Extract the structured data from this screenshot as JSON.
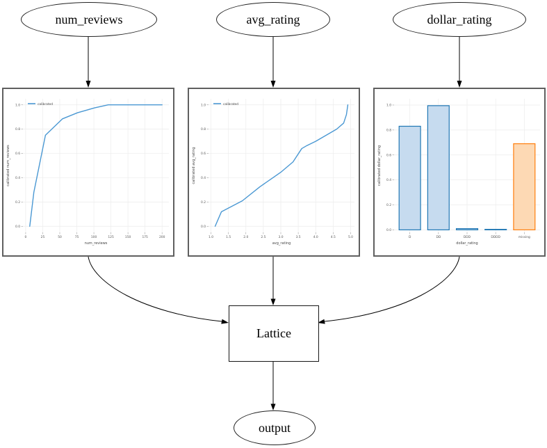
{
  "diagram": {
    "nodes": {
      "num_reviews": {
        "label": "num_reviews"
      },
      "avg_rating": {
        "label": "avg_rating"
      },
      "dollar_rating": {
        "label": "dollar_rating"
      },
      "lattice": {
        "label": "Lattice"
      },
      "output": {
        "label": "output"
      }
    },
    "edges": [
      "num_reviews -> num_reviews_calibrator",
      "avg_rating -> avg_rating_calibrator",
      "dollar_rating -> dollar_rating_calibrator",
      "num_reviews_calibrator -> Lattice",
      "avg_rating_calibrator -> Lattice",
      "dollar_rating_calibrator -> Lattice",
      "Lattice -> output"
    ],
    "edge_color": "#000000"
  },
  "chart_data": [
    {
      "type": "line",
      "title": "",
      "xlabel": "num_reviews",
      "ylabel": "calibrated num_reviews",
      "legend": [
        "calibrated"
      ],
      "legend_position": "upper left",
      "grid": true,
      "line_color": "#4a98d3",
      "xlim": [
        -4,
        210
      ],
      "ylim": [
        -0.05,
        1.05
      ],
      "xticks": [
        0,
        25,
        50,
        75,
        100,
        125,
        150,
        175,
        200
      ],
      "xtick_labels": [
        "0",
        "25",
        "50",
        "75",
        "100",
        "125",
        "150",
        "175",
        "200"
      ],
      "yticks": [
        0.0,
        0.2,
        0.4,
        0.6,
        0.8,
        1.0
      ],
      "ytick_labels": [
        "0.0",
        "0.2",
        "0.4",
        "0.6",
        "0.8",
        "1.0"
      ],
      "series": [
        {
          "name": "calibrated",
          "points": [
            [
              6,
              0.0
            ],
            [
              12,
              0.28
            ],
            [
              29,
              0.75
            ],
            [
              54,
              0.885
            ],
            [
              76,
              0.935
            ],
            [
              101,
              0.975
            ],
            [
              121,
              1.0
            ],
            [
              200,
              1.0
            ]
          ]
        }
      ]
    },
    {
      "type": "line",
      "title": "",
      "xlabel": "avg_rating",
      "ylabel": "calibrated avg_rating",
      "legend": [
        "calibrated"
      ],
      "legend_position": "upper left",
      "grid": true,
      "line_color": "#4a98d3",
      "xlim": [
        0.93,
        5.11
      ],
      "ylim": [
        -0.05,
        1.05
      ],
      "xticks": [
        1.0,
        1.5,
        2.0,
        2.5,
        3.0,
        3.5,
        4.0,
        4.5,
        5.0
      ],
      "xtick_labels": [
        "1.0",
        "1.5",
        "2.0",
        "2.5",
        "3.0",
        "3.5",
        "4.0",
        "4.5",
        "5.0"
      ],
      "yticks": [
        0.0,
        0.2,
        0.4,
        0.6,
        0.8,
        1.0
      ],
      "ytick_labels": [
        "0.0",
        "0.2",
        "0.4",
        "0.6",
        "0.8",
        "1.0"
      ],
      "series": [
        {
          "name": "calibrated",
          "points": [
            [
              1.12,
              0.0
            ],
            [
              1.3,
              0.12
            ],
            [
              1.9,
              0.21
            ],
            [
              2.4,
              0.325
            ],
            [
              3.0,
              0.445
            ],
            [
              3.35,
              0.53
            ],
            [
              3.6,
              0.64
            ],
            [
              3.75,
              0.665
            ],
            [
              4.0,
              0.7
            ],
            [
              4.6,
              0.8
            ],
            [
              4.8,
              0.85
            ],
            [
              4.88,
              0.92
            ],
            [
              4.92,
              1.0
            ]
          ]
        }
      ]
    },
    {
      "type": "bar",
      "title": "",
      "xlabel": "dollar_rating",
      "ylabel": "calibrated dollar_rating",
      "grid": true,
      "categories": [
        "D",
        "DD",
        "DDD",
        "DDDD",
        "missing"
      ],
      "values": [
        0.83,
        0.995,
        0.01,
        0.004,
        0.69
      ],
      "bar_fill": [
        "#c6dbef",
        "#c6dbef",
        "#c6dbef",
        "#c6dbef",
        "#fdd9b4"
      ],
      "bar_edge": [
        "#1f77b4",
        "#1f77b4",
        "#1f77b4",
        "#1f77b4",
        "#ff7f0e"
      ],
      "xlim": [
        -0.55,
        4.55
      ],
      "ylim": [
        -0.02,
        1.05
      ],
      "yticks": [
        0.0,
        0.2,
        0.4,
        0.6,
        0.8,
        1.0
      ],
      "ytick_labels": [
        "0.0",
        "0.2",
        "0.4",
        "0.6",
        "0.8",
        "1.0"
      ]
    }
  ]
}
